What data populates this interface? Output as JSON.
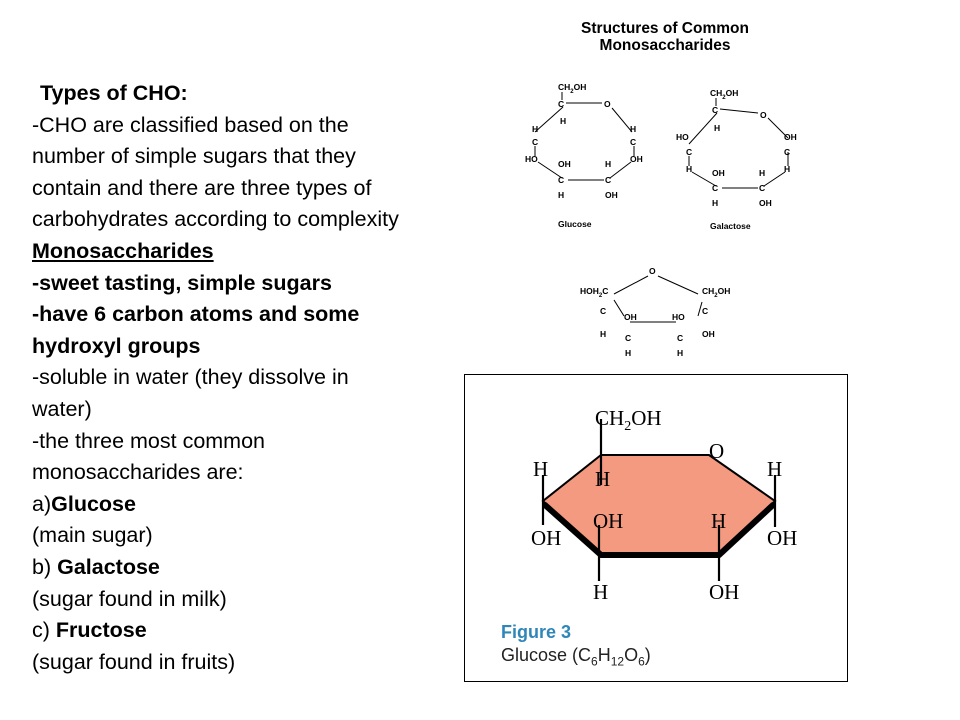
{
  "text": {
    "heading": "Types of CHO:",
    "intro_lines": [
      "-CHO are classified based on the",
      "number of simple sugars that they",
      "contain and there are three types of",
      "carbohydrates according to complexity"
    ],
    "subheading": "Monosaccharides",
    "bold_lines": [
      "-sweet tasting, simple sugars",
      "-have 6 carbon atoms and some",
      "hydroxyl groups"
    ],
    "plain_lines": [
      "-soluble in water (they dissolve in",
      "water)",
      "-the three most common",
      "monosaccharides are:"
    ],
    "items": [
      {
        "prefix": "a)",
        "name": "Glucose",
        "note": "(main sugar)"
      },
      {
        "prefix": "b) ",
        "name": "Galactose",
        "note": "(sugar found in milk)"
      },
      {
        "prefix": "c) ",
        "name": "Fructose",
        "note": "(sugar found in fruits)"
      }
    ]
  },
  "structures": {
    "title_line1": "Structures of Common",
    "title_line2": "Monosaccharides",
    "glucose_name": "Glucose",
    "galactose_name": "Galactose",
    "atoms": {
      "ch2oh": "CH",
      "sub2": "2",
      "oh_tail": "OH",
      "c": "C",
      "o": "O",
      "h": "H",
      "oh": "OH",
      "ho": "HO",
      "hoh2c_a": "HOH",
      "hoh2c_b": "C"
    }
  },
  "figure": {
    "label": "Figure 3",
    "desc_a": "Glucose (C",
    "desc_sub1": "6",
    "desc_b": "H",
    "desc_sub2": "12",
    "desc_c": "O",
    "desc_sub3": "6",
    "desc_d": ")",
    "ring_fill": "#f39a80",
    "atoms": {
      "ch2": "CH",
      "sub2": "2",
      "oh_tail": "OH",
      "o": "O",
      "h": "H",
      "oh": "OH"
    }
  }
}
